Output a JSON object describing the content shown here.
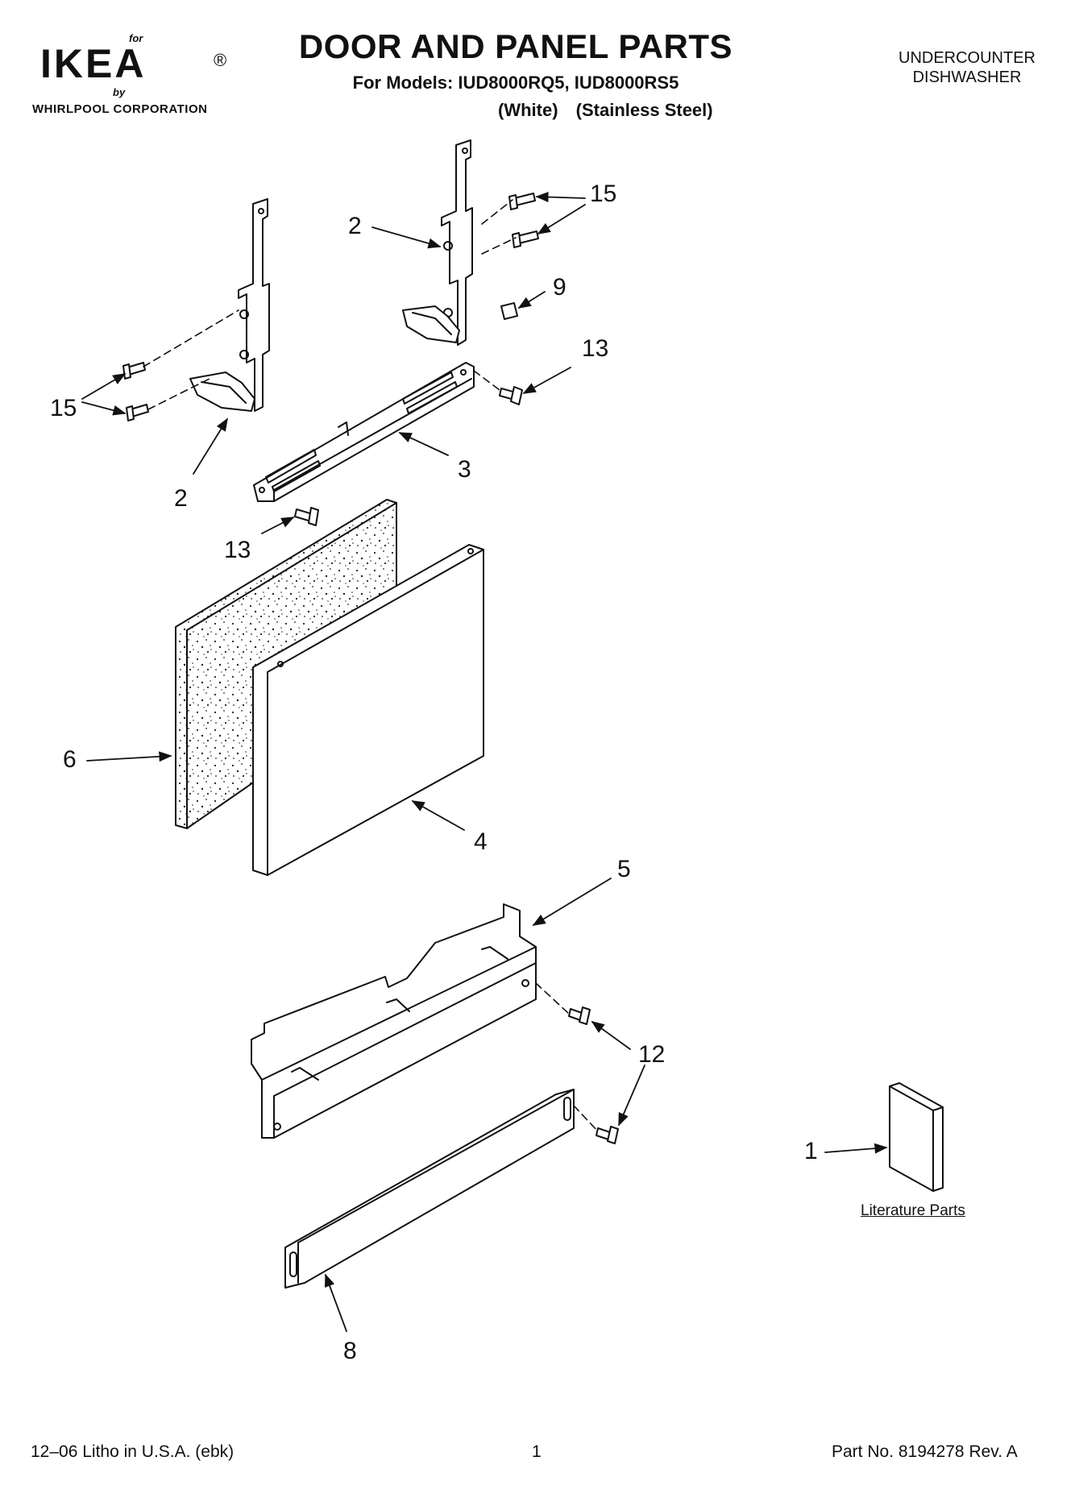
{
  "header": {
    "logo": {
      "for_text": "for",
      "brand": "IKEA",
      "registered": "®",
      "by_text": "by",
      "corporation": "WHIRLPOOL  CORPORATION"
    },
    "title": "DOOR AND PANEL PARTS",
    "models_line": "For Models: IUD8000RQ5, IUD8000RS5",
    "variants": [
      "(White)",
      "(Stainless Steel)"
    ],
    "product_type": [
      "UNDERCOUNTER",
      "DISHWASHER"
    ]
  },
  "callouts": {
    "c15_top": "15",
    "c2_top": "2",
    "c9": "9",
    "c13_top": "13",
    "c15_left": "15",
    "c2_left": "2",
    "c3": "3",
    "c13_mid": "13",
    "c6": "6",
    "c4": "4",
    "c5": "5",
    "c12": "12",
    "c1": "1",
    "c8": "8"
  },
  "literature_label": "Literature Parts",
  "footer": {
    "left": "12–06 Litho in U.S.A. (ebk)",
    "center": "1",
    "right": "Part No. 8194278 Rev. A"
  },
  "colors": {
    "ink": "#111111",
    "background": "#ffffff"
  }
}
